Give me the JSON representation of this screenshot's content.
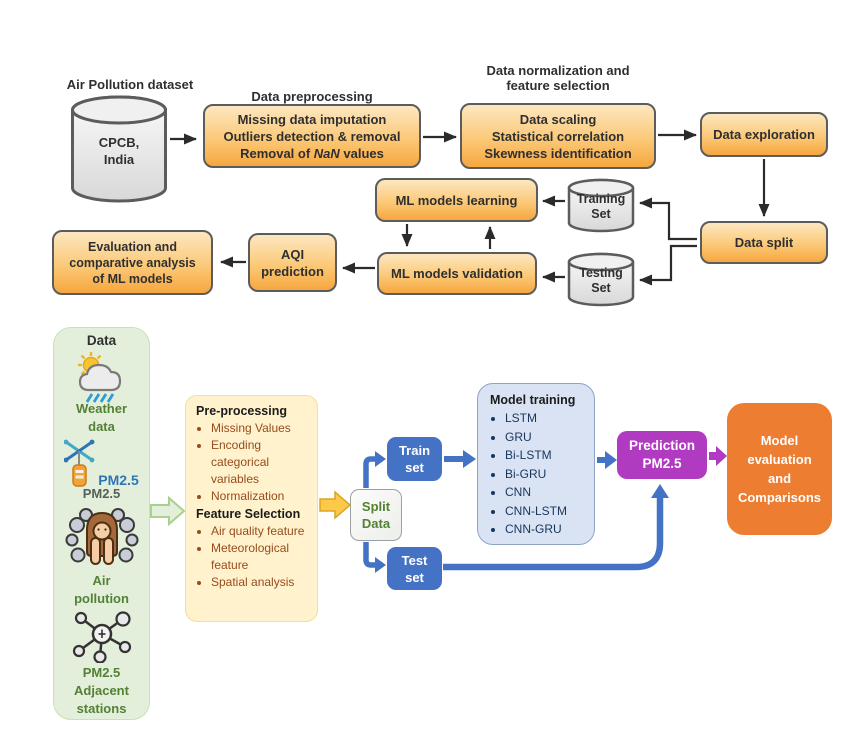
{
  "figure": {
    "type": "two-part flow diagram",
    "description": "Machine learning pipeline for air-pollution AQI and PM2.5 prediction"
  },
  "top": {
    "dataset_label": "Air Pollution dataset",
    "dataset_cylinder": [
      "CPCB,",
      "India"
    ],
    "preprocessing_label": "Data preprocessing",
    "preprocessing_lines": [
      "Missing data imputation",
      "Outliers detection & removal"
    ],
    "preprocessing_nan": {
      "prefix": "Removal of ",
      "word": "NaN",
      "suffix": " values"
    },
    "normalization_label": [
      "Data normalization and",
      "feature selection"
    ],
    "normalization_lines": [
      "Data scaling",
      "Statistical correlation",
      "Skewness identification"
    ],
    "exploration_box": "Data exploration",
    "split_box": "Data split",
    "training_cylinder": [
      "Training",
      "Set"
    ],
    "testing_cylinder": [
      "Testing",
      "Set"
    ],
    "learning_box": "ML models learning",
    "validation_box": "ML models validation",
    "aqi_box": [
      "AQI",
      "prediction"
    ],
    "evaluation_box": [
      "Evaluation and",
      "comparative analysis",
      "of ML models"
    ]
  },
  "bottom": {
    "data_panel": {
      "title": "Data",
      "weather_label": [
        "Weather",
        "data"
      ],
      "sensor_pm25": "PM2.5",
      "pm25_label": "PM2.5",
      "air_label": [
        "Air",
        "pollution"
      ],
      "stations_label": [
        "PM2.5",
        "Adjacent",
        "stations"
      ]
    },
    "process_panel": {
      "preprocessing_title": "Pre-processing",
      "preprocessing_bullets": [
        "Missing Values",
        "Encoding categorical variables",
        "Normalization"
      ],
      "feature_title": "Feature Selection",
      "feature_bullets": [
        "Air quality feature",
        "Meteorological feature",
        "Spatial analysis"
      ]
    },
    "split_data_box": [
      "Split",
      "Data"
    ],
    "train_set_box": [
      "Train",
      "set"
    ],
    "test_set_box": [
      "Test",
      "set"
    ],
    "model_training": {
      "title": "Model training",
      "models": [
        "LSTM",
        "GRU",
        "Bi-LSTM",
        "Bi-GRU",
        "CNN",
        "CNN-LSTM",
        "CNN-GRU"
      ]
    },
    "prediction_box": [
      "Prediction",
      "PM2.5"
    ],
    "evaluation_box": [
      "Model",
      "evaluation",
      "and",
      "Comparisons"
    ]
  },
  "colors": {
    "flow_box_gradient_top": "#FDE7C0",
    "flow_box_gradient_bottom": "#F6A73F",
    "flow_box_border": "#5C5C5C",
    "arrow_black": "#2b2b2b",
    "green_panel": "#E3EFDA",
    "green_text": "#538135",
    "yellow_panel": "#FFF2CC",
    "bullet_brown": "#974C1F",
    "blue_accent": "#4472C4",
    "model_panel": "#DAE3F3",
    "model_text": "#17365D",
    "purple_accent": "#B03BC0",
    "orange_accent": "#ED7D31",
    "pm25_blue": "#2E75B6"
  }
}
